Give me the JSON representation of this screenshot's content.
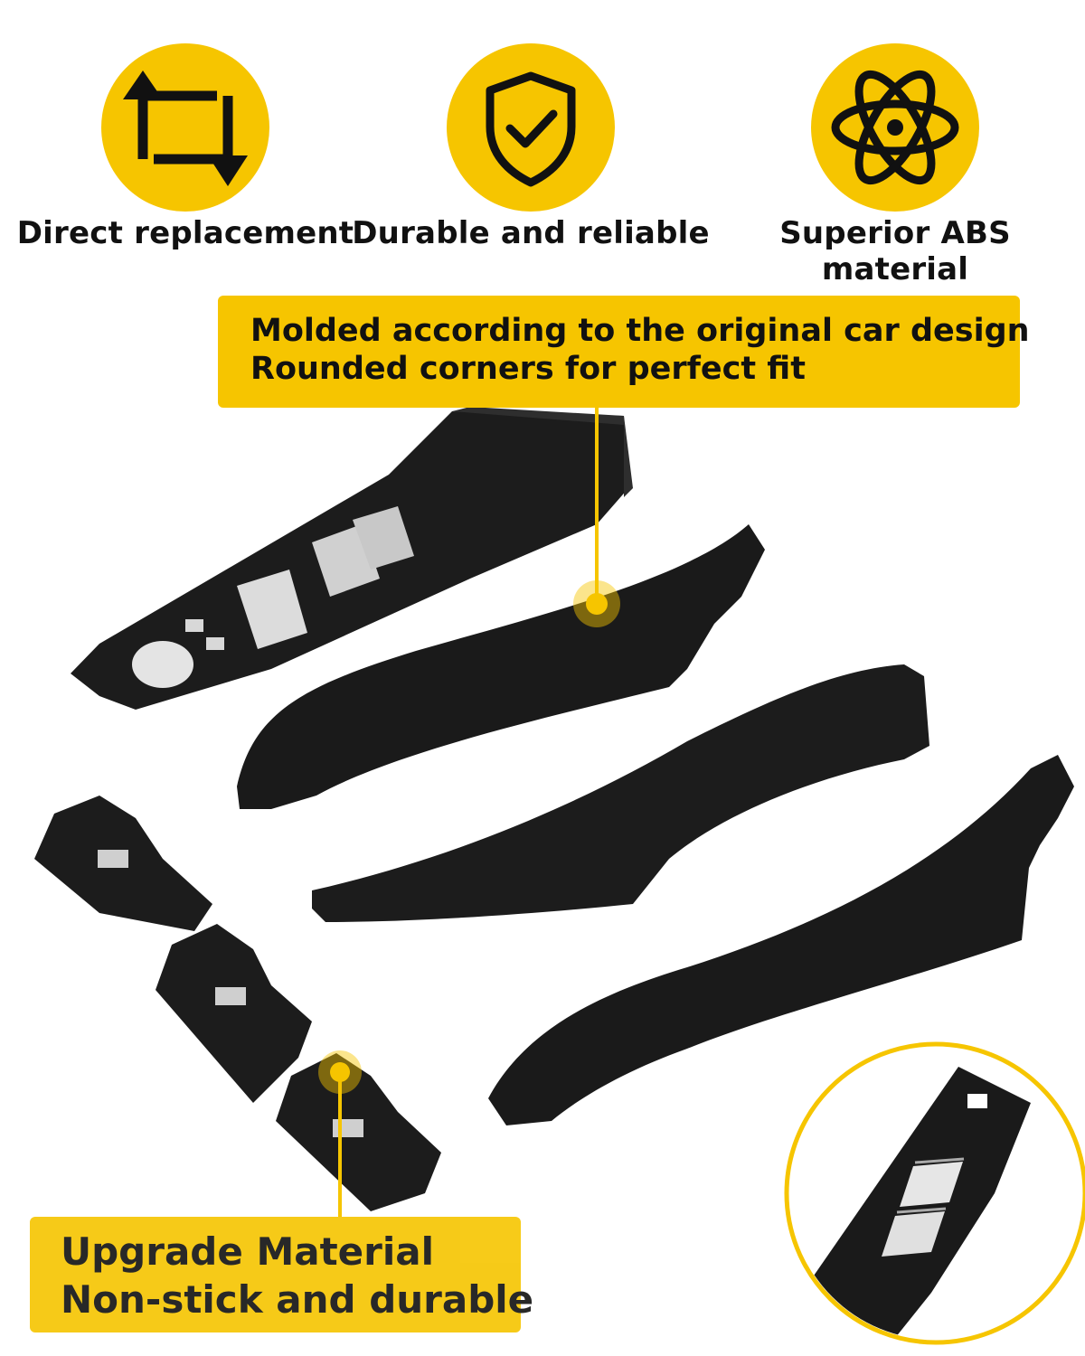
{
  "features": [
    {
      "label": "Direct replacement",
      "icon": "replace-arrows-icon"
    },
    {
      "label": "Durable and reliable",
      "icon": "shield-check-icon"
    },
    {
      "label": "Superior ABS material",
      "icon": "atom-icon"
    }
  ],
  "callout_top": {
    "line1": "Molded according to the original car design",
    "line2": "Rounded corners for perfect fit"
  },
  "callout_bottom": {
    "line1": "Upgrade Material",
    "line2": "Non-stick and durable"
  },
  "colors": {
    "accent": "#f6c500",
    "part": "#1a1a1a",
    "text": "#111111"
  }
}
